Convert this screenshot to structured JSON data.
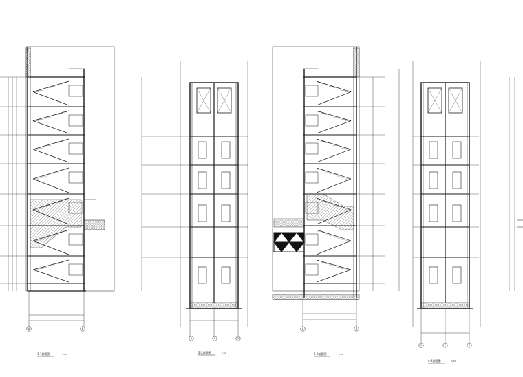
{
  "sheet": {
    "background": "#ffffff",
    "line_color": "#1a1a1a",
    "hatch_color": "#333333",
    "section_titles": [
      "1-1剖面图",
      "2-2剖面图",
      "3-3剖面图",
      "4-4剖面图"
    ],
    "scale_label": "1:50",
    "axis_labels_section_1": [
      "A",
      "B"
    ],
    "axis_labels_section_2": [
      "1",
      "2",
      "3"
    ],
    "axis_labels_section_3": [
      "A",
      "B"
    ],
    "axis_labels_section_4": [
      "1",
      "2",
      "3"
    ]
  }
}
